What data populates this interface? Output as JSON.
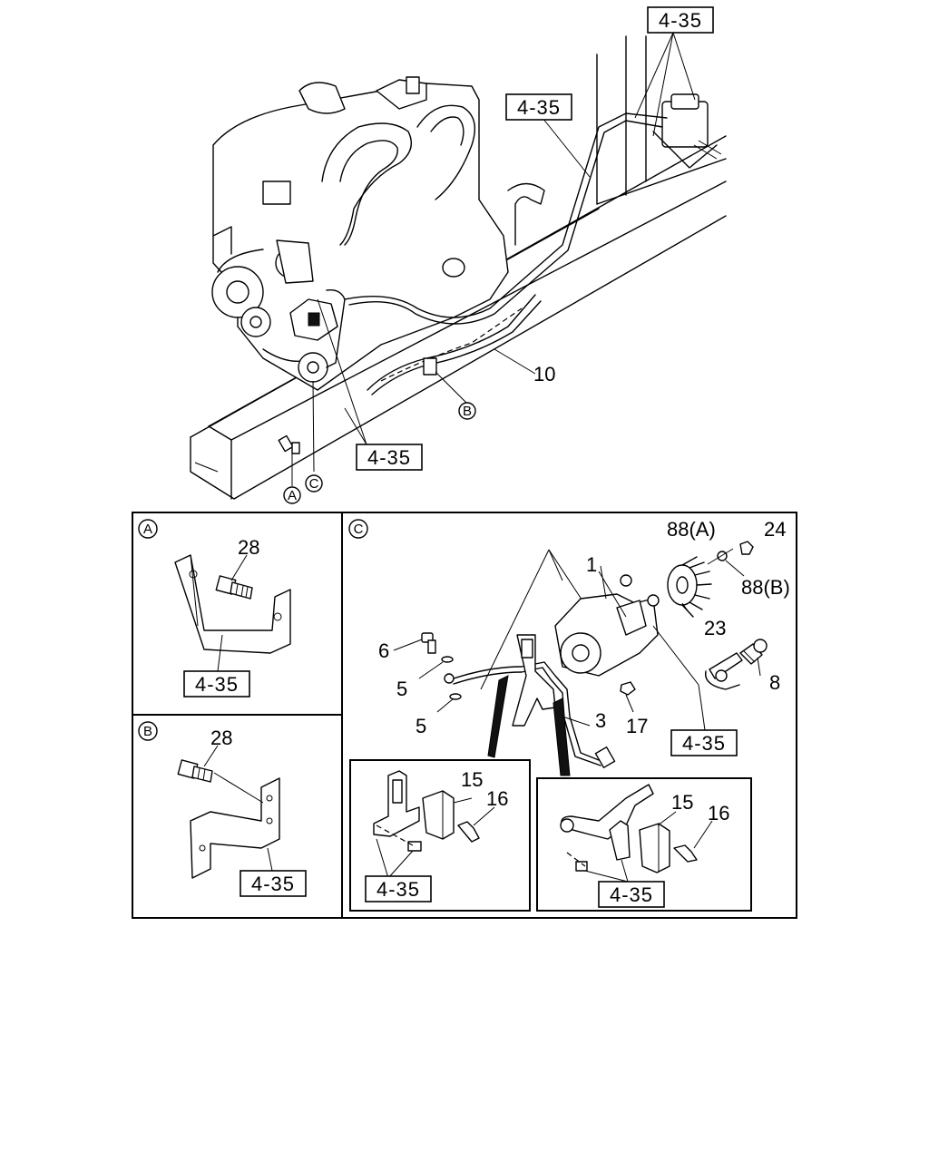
{
  "main_view": {
    "ref_top": "4-35",
    "ref_upper": "4-35",
    "ref_lower": "4-35",
    "part_10": "10",
    "callout_a": "A",
    "callout_b": "B",
    "callout_c": "C"
  },
  "detail_a": {
    "marker": "A",
    "part_28": "28",
    "ref": "4-35"
  },
  "detail_b": {
    "marker": "B",
    "part_28": "28",
    "ref": "4-35"
  },
  "detail_c": {
    "marker": "C",
    "part_1": "1",
    "part_88a": "88(A)",
    "part_24": "24",
    "part_88b": "88(B)",
    "part_23": "23",
    "part_8": "8",
    "part_6": "6",
    "part_5a": "5",
    "part_5b": "5",
    "part_3": "3",
    "part_17": "17",
    "ref_main": "4-35",
    "sub_left": {
      "part_15": "15",
      "part_16": "16",
      "ref": "4-35"
    },
    "sub_right": {
      "part_15": "15",
      "part_16": "16",
      "ref": "4-35"
    }
  }
}
